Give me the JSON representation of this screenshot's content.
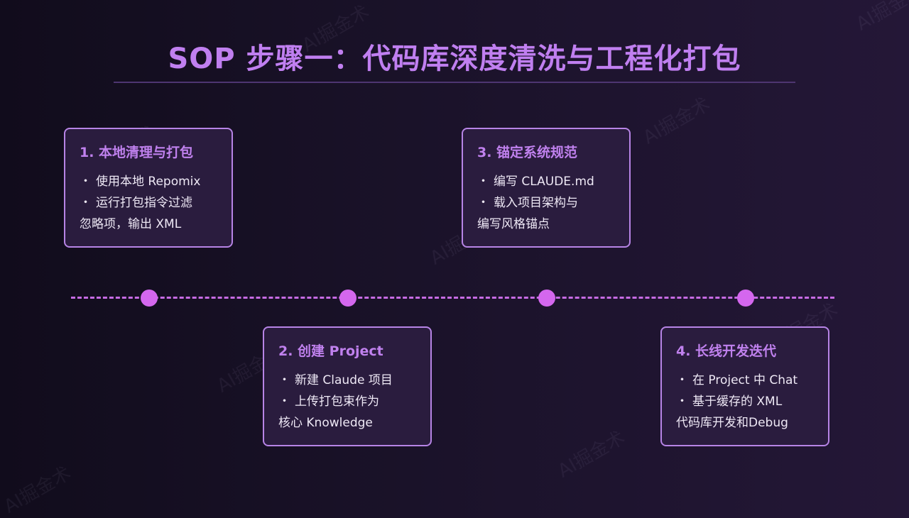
{
  "title": "SOP 步骤一：代码库深度清洗与工程化打包",
  "watermark": "AI掘金术",
  "steps": [
    {
      "title": "1. 本地清理与打包",
      "lines": [
        "使用本地 Repomix",
        "运行打包指令过滤",
        "忽略项，输出 XML"
      ]
    },
    {
      "title": "2. 创建 Project",
      "lines": [
        "新建 Claude 项目",
        "上传打包束作为",
        "核心 Knowledge"
      ]
    },
    {
      "title": "3. 锚定系统规范",
      "lines": [
        "编写 CLAUDE.md",
        "载入项目架构与",
        "编写风格锚点"
      ]
    },
    {
      "title": "4. 长线开发迭代",
      "lines": [
        "在 Project 中 Chat",
        "基于缓存的 XML",
        "代码库开发和Debug"
      ]
    }
  ],
  "colors": {
    "accent": "#c07ff0",
    "dot": "#d467ee",
    "card_border": "#b784e6",
    "card_bg": "#2a1c3e"
  }
}
